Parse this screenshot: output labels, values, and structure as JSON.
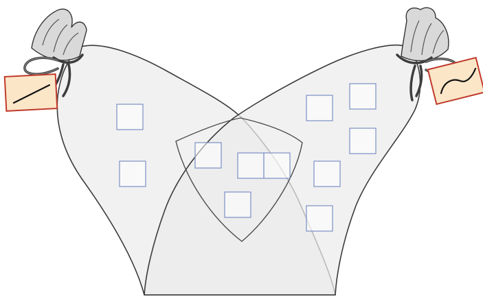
{
  "diagram": {
    "left_bag": {
      "tag_symbol": "straight-line-icon",
      "slot_count": 2
    },
    "right_bag": {
      "tag_symbol": "wave-line-icon",
      "slot_count": 5
    },
    "overlap_region": {
      "slot_count": 4
    },
    "colors": {
      "bag_fill": "#ececec",
      "bag_outline": "#3a3a3a",
      "tag_fill": "#fbe6c8",
      "tag_border": "#c0392b",
      "slot_border": "#7b8fc4"
    }
  }
}
